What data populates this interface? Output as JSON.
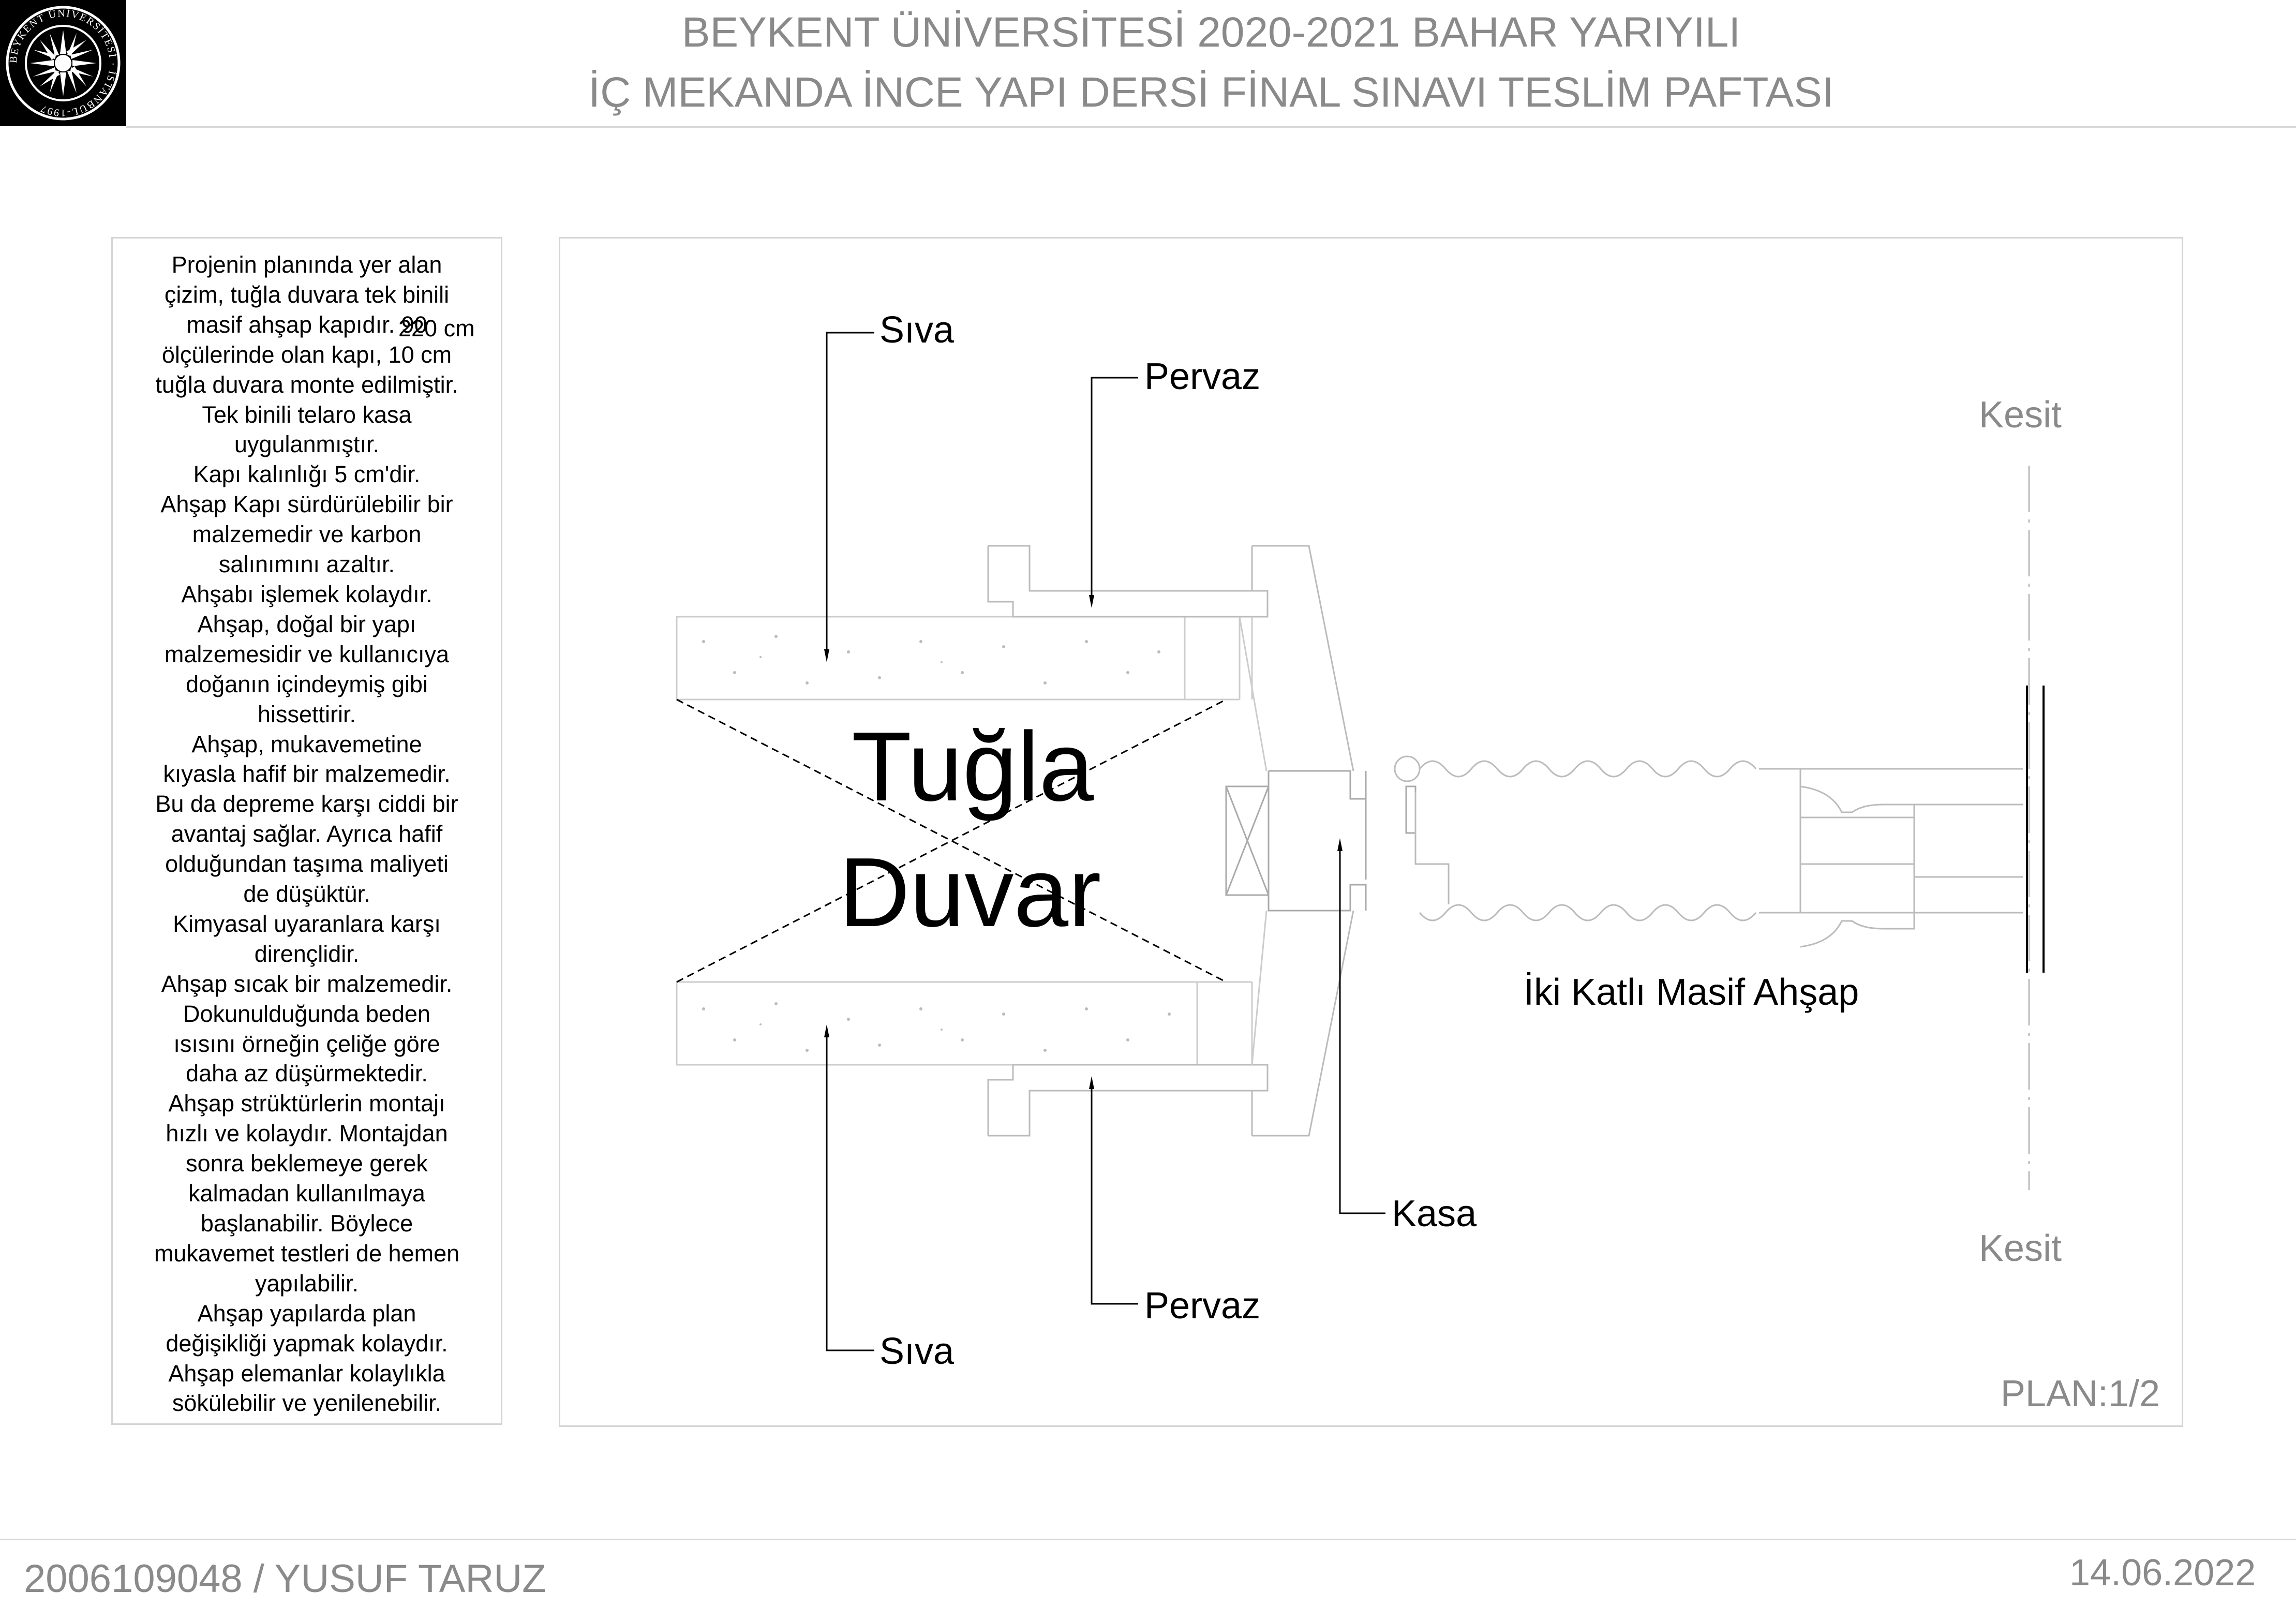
{
  "header": {
    "title_line1": "BEYKENT ÜNİVERSİTESİ 2020-2021 BAHAR YARIYILI",
    "title_line2": "İÇ MEKANDA İNCE YAPI DERSİ FİNAL SINAVI TESLİM PAFTASI"
  },
  "logo": {
    "ring_text": "BEYKENT ÜNİVERSİTESİ · İSTANBUL-1997",
    "icon": "sun-seal-icon"
  },
  "description": {
    "text": "Projenin planında yer alan\nçizim, tuğla duvara tek binili\nmasif ahşap kapıdır. 90\nölçülerinde olan kapı, 10 cm\ntuğla duvara monte edilmiştir.\nTek binili telaro kasa\nuygulanmıştır.\nKapı kalınlığı 5 cm'dir.\nAhşap Kapı sürdürülebilir bir\nmalzemedir ve karbon\nsalınımını azaltır.\nAhşabı işlemek kolaydır.\nAhşap, doğal bir yapı\nmalzemesidir ve kullanıcıya\ndoğanın içindeymiş gibi\nhissettirir.\nAhşap, mukavemetine\nkıyasla hafif bir malzemedir.\nBu da depreme karşı ciddi bir\navantaj sağlar. Ayrıca hafif\nolduğundan taşıma maliyeti\nde düşüktür.\nKimyasal uyaranlara karşı\ndirençlidir.\nAhşap sıcak bir malzemedir.\nDokunulduğunda beden\nısısını örneğin çeliğe göre\ndaha az düşürmektedir.\nAhşap strüktürlerin montajı\nhızlı ve kolaydır. Montajdan\nsonra beklemeye gerek\nkalmadan kullanılmaya\nbaşlanabilir. Böylece\nmukavemet testleri de hemen\nyapılabilir.\nAhşap yapılarda plan\ndeğişikliği yapmak kolaydır.\nAhşap elemanlar kolaylıkla\nsökülebilir ve yenilenebilir.",
    "dimension_note": "220 cm"
  },
  "drawing": {
    "wall_label_line1": "Tuğla",
    "wall_label_line2": "Duvar",
    "labels": {
      "siva_top": "Sıva",
      "pervaz_top": "Pervaz",
      "kasa": "Kasa",
      "pervaz_bottom": "Pervaz",
      "siva_bottom": "Sıva",
      "door": "İki Katlı Masif Ahşap",
      "section_top": "Kesit",
      "section_bottom": "Kesit"
    },
    "scale": "PLAN:1/2"
  },
  "footer": {
    "student": "2006109048 / YUSUF TARUZ",
    "date": "14.06.2022"
  }
}
